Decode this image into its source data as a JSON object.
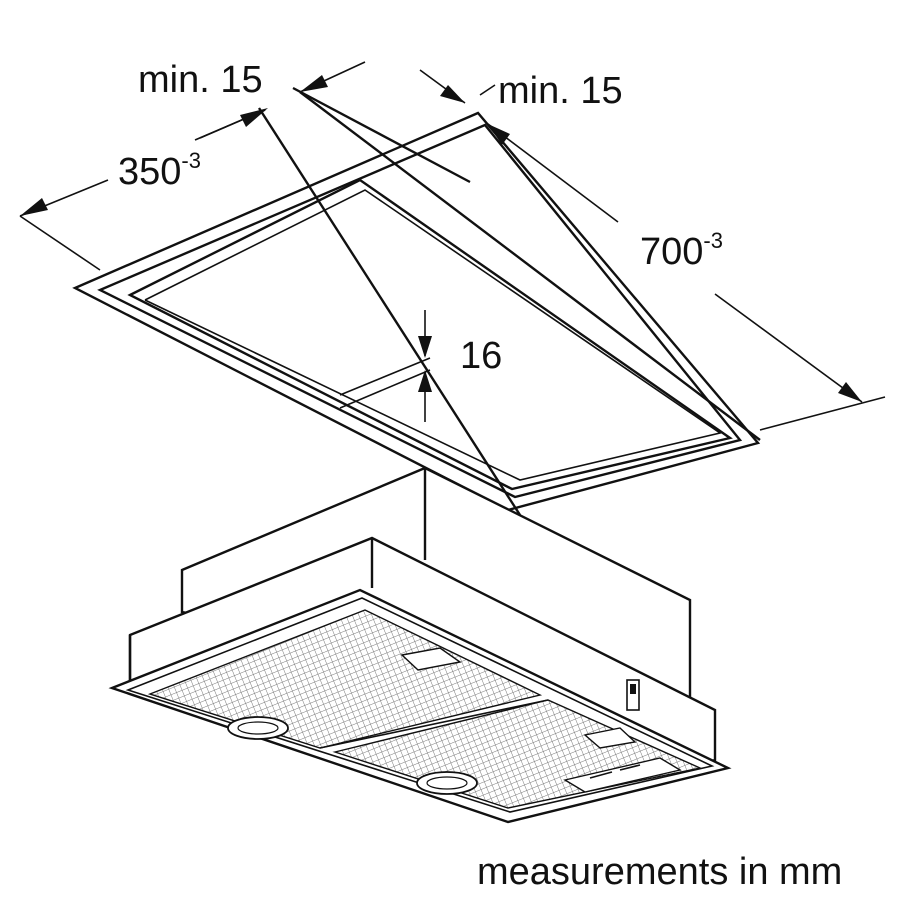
{
  "dimensions": {
    "min_left": "min. 15",
    "min_right": "min. 15",
    "width": {
      "value": "350",
      "tolerance": "-3"
    },
    "length": {
      "value": "700",
      "tolerance": "-3"
    },
    "depth": "16"
  },
  "caption": "measurements in mm",
  "colors": {
    "ink": "#111111",
    "background": "#ffffff",
    "filter": "#8a8a8a"
  }
}
